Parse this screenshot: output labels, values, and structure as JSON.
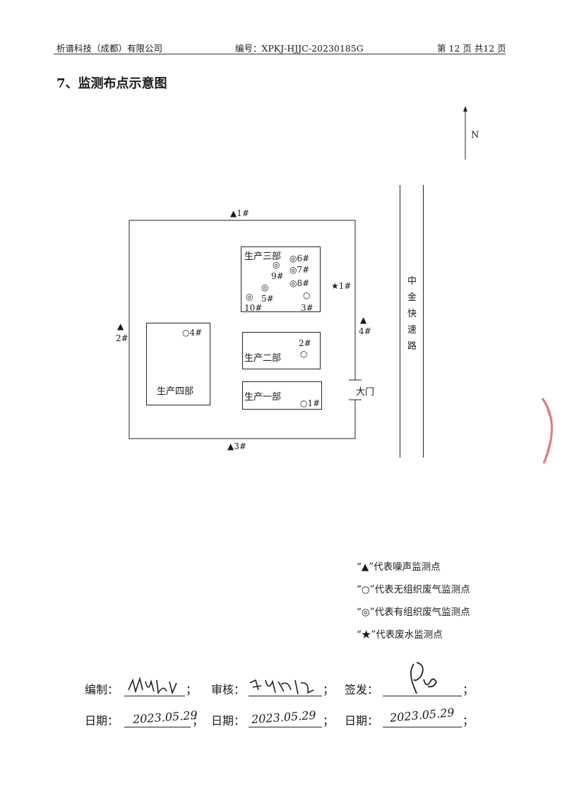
{
  "header": {
    "company": "析谱科技（成都）有限公司",
    "report_no": "编号：XPKJ-HJJC-20230185G",
    "page": "第 12 页 共12 页"
  },
  "section_title": "7、监测布点示意图",
  "map": {
    "north": "N",
    "road_chars": [
      "中",
      "金",
      "快",
      "速",
      "路"
    ],
    "gate": "大门",
    "buildings": {
      "b3": "生产三部",
      "b2": "生产二部",
      "b1": "生产一部",
      "b4": "生产四部"
    },
    "noise_points": [
      "1#",
      "2#",
      "3#",
      "4#"
    ],
    "star_point": "1#",
    "organized_points": [
      "6#",
      "7#",
      "9#",
      "8#",
      "5#",
      "10#"
    ],
    "unorganized_points": [
      "3#",
      "2#",
      "1#",
      "4#"
    ]
  },
  "legend": [
    "“▲”代表噪声监测点",
    "“○”代表无组织废气监测点",
    "“◎”代表有组织废气监测点",
    "“★”代表废水监测点"
  ],
  "signoff": {
    "compile_label": "编制：",
    "review_label": "审核：",
    "issue_label": "签发：",
    "date_label": "日期：",
    "compile_date": "2023.05.29",
    "review_date": "2023.05.29",
    "issue_date": "2023.05.29",
    "sep": "；"
  },
  "colors": {
    "ink": "#1a1a1a",
    "stamp": "#d9505e",
    "pen": "#222222"
  }
}
